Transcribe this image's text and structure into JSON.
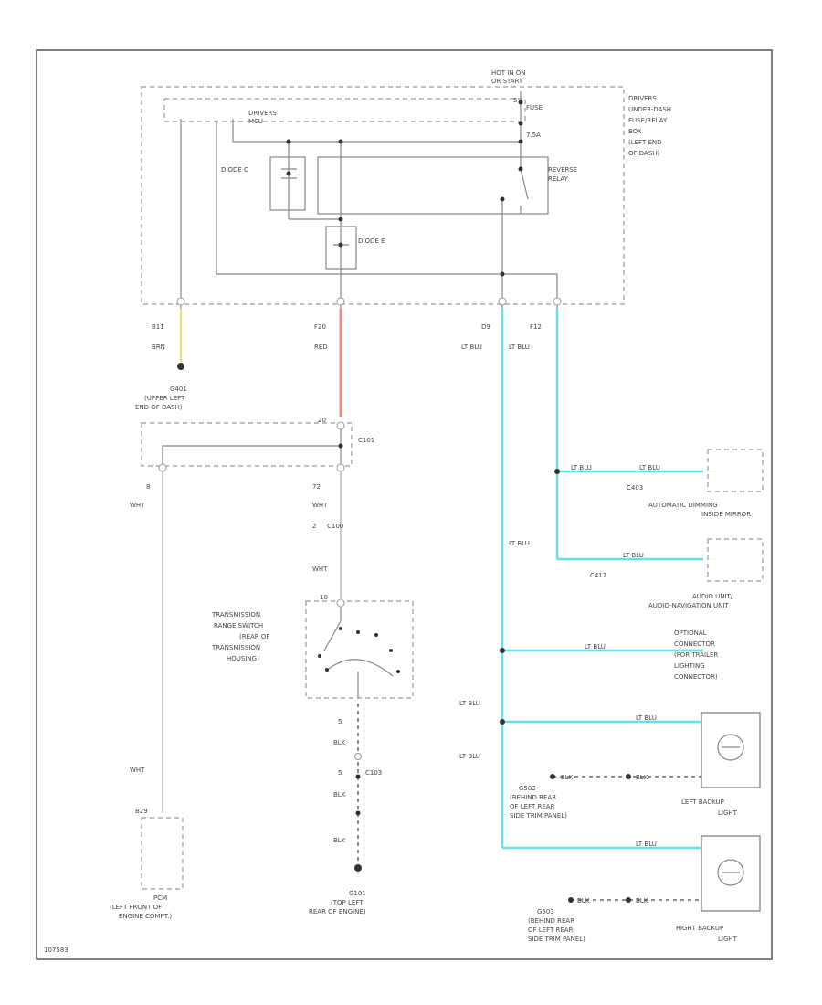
{
  "labels": {
    "hot_in_on": [
      "HOT IN ON",
      "OR START"
    ],
    "fuse": "FUSE",
    "fuse_no": "5",
    "fuse_amp": "7.5A",
    "drivers_mcu": [
      "DRIVERS",
      "MCU"
    ],
    "box": [
      "DRIVERS",
      "UNDER-DASH",
      "FUSE/RELAY",
      "BOX",
      "(LEFT END",
      "OF DASH)"
    ],
    "diode_c": "DIODE C",
    "diode_e": "DIODE E",
    "reverse_relay": [
      "REVERSE",
      "RELAY"
    ],
    "t_b1": "B11",
    "t_b1_color": "BRN",
    "t_f20": "F20",
    "t_f20_color": "RED",
    "t_d9": "D9",
    "t_d9_color": "LT BLU",
    "t_f12": "F12",
    "t_f12_color": "LT BLU",
    "g401": [
      "G401",
      "(UPPER LEFT",
      "END OF DASH)"
    ],
    "c101": "C101",
    "c101_pin_a": "20",
    "c101_pin_b": "8",
    "c101_pin_c": "72",
    "wht": "WHT",
    "c100": "C100",
    "c100_pin": "2",
    "trans_switch": [
      "TRANSMISSION",
      "RANGE SWITCH",
      "(REAR OF",
      "TRANSMISSION",
      "HOUSING)"
    ],
    "trans_pin_top": "10",
    "blk": "BLK",
    "c103": "C103",
    "c103_pin": "5",
    "g101": [
      "G101",
      "(TOP LEFT",
      "REAR OF ENGINE)"
    ],
    "pcm_pin": "B29",
    "pcm": [
      "PCM",
      "(LEFT FRONT OF",
      "ENGINE COMPT.)"
    ],
    "lt_blu": "LT BLU",
    "c403": "C403",
    "auto_mirror": [
      "AUTOMATIC DIMMING",
      "INSIDE MIRROR"
    ],
    "c417": "C417",
    "audio": [
      "AUDIO UNIT/",
      "AUDIO-NAVIGATION UNIT"
    ],
    "optional": [
      "OPTIONAL",
      "CONNECTOR",
      "(FOR TRAILER",
      "LIGHTING",
      "CONNECTOR)"
    ],
    "g503a": [
      "G503",
      "(BEHIND REAR",
      "OF LEFT REAR",
      "SIDE TRIM PANEL)"
    ],
    "g503b": [
      "G503",
      "(BEHIND REAR",
      "OF LEFT REAR",
      "SIDE TRIM PANEL)"
    ],
    "left_backup": [
      "LEFT BACKUP",
      "LIGHT"
    ],
    "right_backup": [
      "RIGHT BACKUP",
      "LIGHT"
    ],
    "diagram_id": "107583"
  }
}
